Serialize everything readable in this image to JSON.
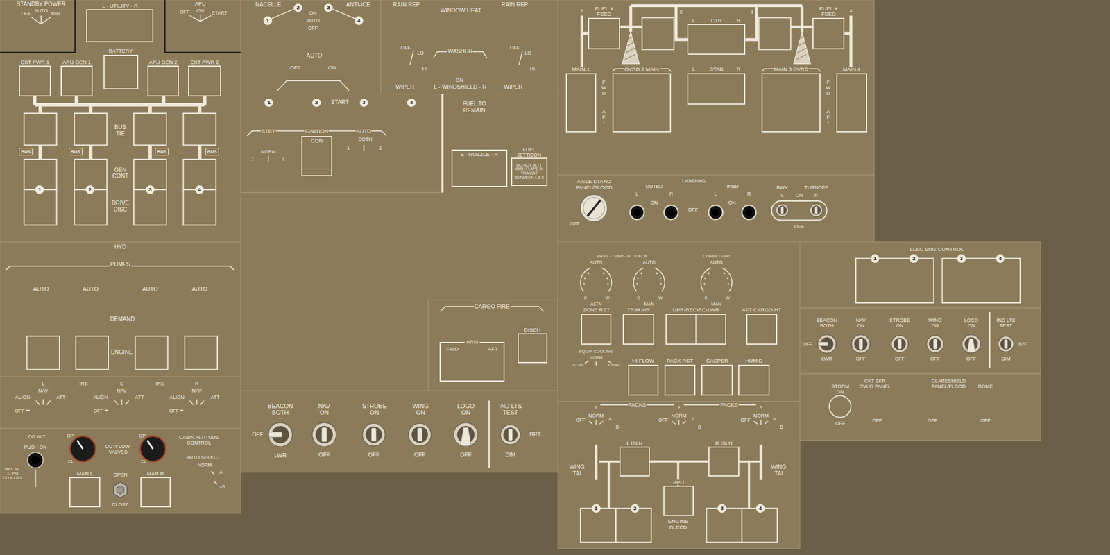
{
  "diagram": {
    "nodes": [
      {
        "text": [
          "L - UTILITY - R"
        ]
      },
      {
        "text": [
          "EXT PWR 1"
        ]
      },
      {
        "text": [
          "APU GEN 1"
        ]
      },
      {
        "text": [
          "BATTERY"
        ]
      },
      {
        "text": [
          "APU GEN 2"
        ]
      },
      {
        "text": [
          "EXT PWR 2"
        ]
      },
      {
        "text": [
          "BUS"
        ]
      },
      {
        "text": [
          "BUS"
        ]
      },
      {
        "text": [
          "BUS"
        ]
      },
      {
        "text": [
          "BUS"
        ]
      },
      {
        "text": [
          "1"
        ]
      },
      {
        "text": [
          "2"
        ]
      },
      {
        "text": [
          "3"
        ]
      },
      {
        "text": [
          "4"
        ]
      },
      {
        "text": [
          "MAN L"
        ]
      },
      {
        "text": [
          "MAN R"
        ]
      },
      {
        "text": [
          "1"
        ]
      },
      {
        "text": [
          "2"
        ]
      },
      {
        "text": [
          "3"
        ]
      },
      {
        "text": [
          "4"
        ]
      },
      {
        "text": [
          "1"
        ]
      },
      {
        "text": [
          "2"
        ]
      },
      {
        "text": [
          "3"
        ]
      },
      {
        "text": [
          "4"
        ]
      },
      {
        "text": [
          "CON"
        ]
      },
      {
        "text": [
          "L - NOZZLE - R"
        ]
      },
      {
        "text": [
          "FUEL JETTISON",
          "DO NOT JETT WITH FLAPS IN TRANSIT BETWEEN 1 & 5"
        ]
      },
      {
        "text": [
          "ARM",
          "FWD",
          "AFT"
        ]
      },
      {
        "text": [
          "DISCH"
        ]
      },
      {
        "text": [
          "FUEL X FEED"
        ]
      },
      {
        "text": [
          "L",
          "CTR",
          "R"
        ]
      },
      {
        "text": [
          "FUEL X FEED"
        ]
      },
      {
        "text": [
          "MAIN 1"
        ]
      },
      {
        "text": [
          "OVRD 2 MAIN"
        ]
      },
      {
        "text": [
          "L",
          "STAB",
          "R"
        ]
      },
      {
        "text": [
          "MAIN 3 OVRD"
        ]
      },
      {
        "text": [
          "MAIN 4"
        ]
      },
      {
        "text": [
          "ZONE RST"
        ]
      },
      {
        "text": [
          "TRIM AIR"
        ]
      },
      {
        "text": [
          "UPR-RECIRC-LWR"
        ]
      },
      {
        "text": [
          "AFT CARGO HT"
        ]
      },
      {
        "text": [
          "HI FLOW"
        ]
      },
      {
        "text": [
          "PACK RST"
        ]
      },
      {
        "text": [
          "GASPER"
        ]
      },
      {
        "text": [
          "HUMID"
        ]
      },
      {
        "text": [
          "L ISLN"
        ]
      },
      {
        "text": [
          "R ISLN"
        ]
      },
      {
        "text": [
          "APU"
        ]
      },
      {
        "text": [
          "1"
        ]
      },
      {
        "text": [
          "2"
        ]
      },
      {
        "text": [
          "3"
        ]
      },
      {
        "text": [
          "4"
        ]
      },
      {
        "text": [
          "1"
        ]
      },
      {
        "text": [
          "2"
        ]
      },
      {
        "text": [
          "3"
        ]
      },
      {
        "text": [
          "4"
        ]
      },
      {
        "text": [
          "STORM ON"
        ]
      }
    ],
    "edges": [
      {
        "from": 45,
        "to": 46,
        "arrow": "none"
      }
    ],
    "labels": [
      "STANDBY POWER",
      "OFF",
      "AUTO",
      "BAT",
      "APU",
      "OFF",
      "ON",
      "START",
      "BUS TIE",
      "GEN CONT",
      "DRIVE DISC",
      "HYD",
      "PUMPS",
      "AUTO",
      "AUTO",
      "AUTO",
      "AUTO",
      "DEMAND",
      "ENGINE",
      "L",
      "NAV",
      "ALIGN",
      "ATT",
      "OFF",
      "IRS",
      "C",
      "NAV",
      "ALIGN",
      "ATT",
      "OFF",
      "IRS",
      "R",
      "NAV",
      "ALIGN",
      "ATT",
      "OFF",
      "LDG ALT",
      "PUSH ON",
      "MAX ΔP .11 PSI T/O & LDG",
      "OP",
      "CL",
      "OUTFLOW -VALVES-",
      "OP",
      "CL",
      "CABIN ALTITUDE CONTROL",
      "AUTO SELECT",
      "NORM",
      "A",
      "=B",
      "OPEN",
      "CLOSE",
      "NACELLE",
      "ON",
      "AUTO",
      "OFF",
      "ANTI-ICE",
      "AUTO",
      "OFF",
      "ON",
      "RAIN REP",
      "WINDOW HEAT",
      "RAIN REP",
      "OFF",
      "LO",
      "HI",
      "WASHER",
      "OFF",
      "LO",
      "HI",
      "ON",
      "WIPER",
      "L - WINDSHIELD - R",
      "WIPER",
      "START",
      "STBY",
      "IGNITION",
      "AUTO",
      "NORM",
      "1",
      "2",
      "BOTH",
      "1",
      "2",
      "FUEL TO REMAIN",
      "CARGO FIRE",
      "BEACON BOTH",
      "OFF",
      "LWR",
      "NAV ON",
      "OFF",
      "STROBE ON",
      "OFF",
      "WING ON",
      "OFF",
      "LOGO ON",
      "OFF",
      "IND LTS TEST",
      "BRT",
      "DIM",
      "1",
      "2",
      "3",
      "4",
      "FWD",
      "AFT",
      "FWD",
      "AFT",
      "AISLE STAND PANEL/FLOOD",
      "OFF",
      "LANDING",
      "OUTBD",
      "L",
      "ON",
      "R",
      "OFF",
      "INBD",
      "L",
      "ON",
      "R",
      "RWY",
      "TURNOFF",
      "L",
      "ON",
      "R",
      "OFF",
      "PASS - TEMP - FLT DECK",
      "AUTO",
      "C",
      "W",
      "ALTN",
      "AUTO",
      "C",
      "W",
      "MAN",
      "COMBI TEMP",
      "AUTO",
      "C",
      "W",
      "MAN",
      "EQUIP COOLING",
      "STBY",
      "NORM",
      "OVRD",
      "1",
      "PACKS",
      "2",
      "PACKS",
      "3",
      "OFF",
      "NORM",
      "A",
      "B",
      "OFF",
      "NORM",
      "A",
      "B",
      "OFF",
      "NORM",
      "A",
      "B",
      "WING TAI",
      "WING TAI",
      "ENGINE BLEED",
      "ELEC ENG CONTROL",
      "BEACON BOTH",
      "OFF",
      "LWR",
      "NAV ON",
      "OFF",
      "STROBE ON",
      "OFF",
      "WING ON",
      "OFF",
      "LOGO ON",
      "OFF",
      "IND LTS TEST",
      "BRT",
      "DIM",
      "OFF",
      "CKT BKR OVHD PANEL",
      "OFF",
      "GLARESHIELD PANEL/FLOOD",
      "OFF",
      "DOME",
      "OFF"
    ]
  }
}
